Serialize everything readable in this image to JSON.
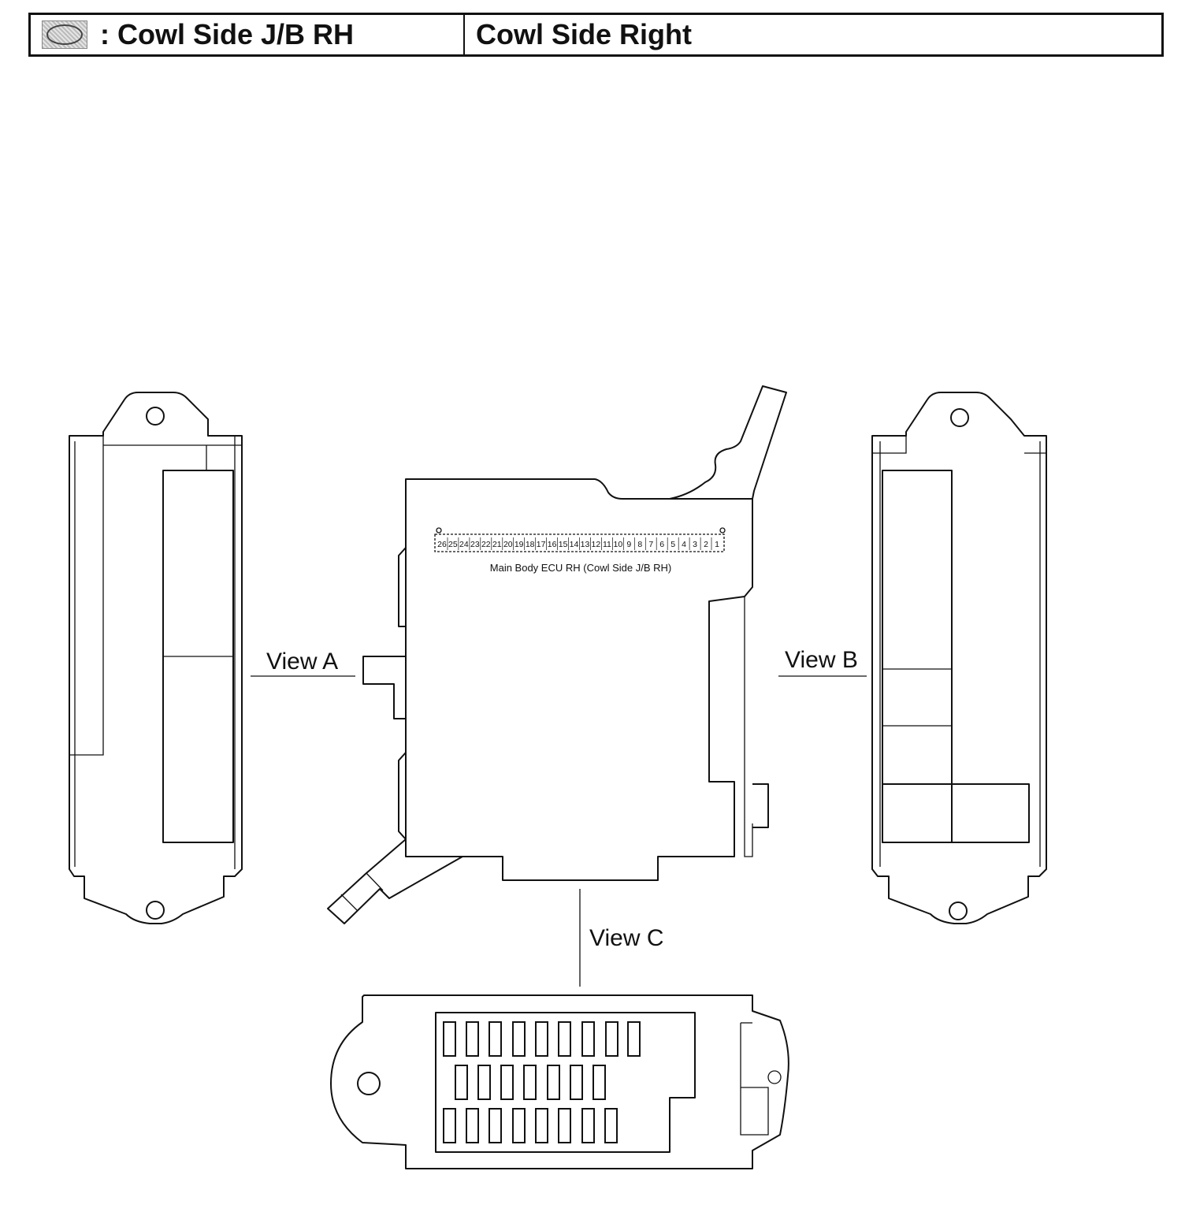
{
  "header": {
    "left_text": ": Cowl Side J/B RH",
    "right_text": "Cowl Side Right",
    "icon": "shaded-oval-icon"
  },
  "labels": {
    "view_a": "View A",
    "view_b": "View B",
    "view_c": "View C",
    "main_caption": "Main Body ECU RH (Cowl Side J/B RH)"
  },
  "connector_pins": [
    "26",
    "25",
    "24",
    "23",
    "22",
    "21",
    "20",
    "19",
    "18",
    "17",
    "16",
    "15",
    "14",
    "13",
    "12",
    "11",
    "10",
    "9",
    "8",
    "7",
    "6",
    "5",
    "4",
    "3",
    "2",
    "1"
  ]
}
